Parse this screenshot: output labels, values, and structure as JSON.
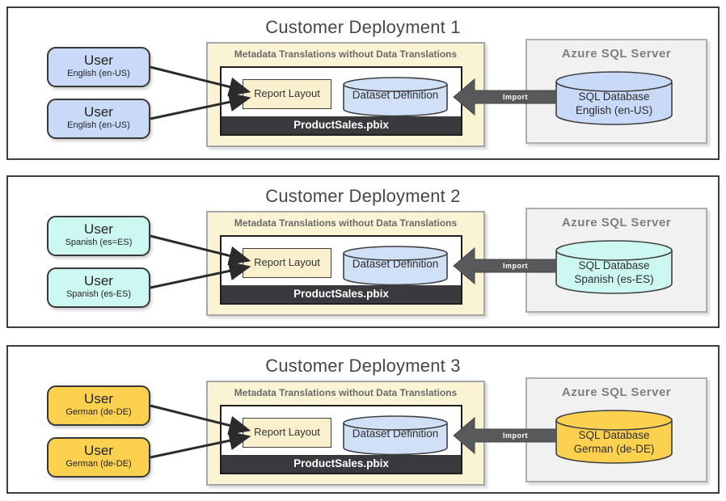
{
  "palette": {
    "dataset_fill": "#cfe0f7",
    "import_fill": "#58595b",
    "pbix_bar_fill": "#3a3a3e",
    "yellow_fill": "#faf3d4"
  },
  "deployments": [
    {
      "title": "Customer Deployment 1",
      "users": [
        {
          "name": "User",
          "locale": "English (en-US)"
        },
        {
          "name": "User",
          "locale": "English (en-US)"
        }
      ],
      "pbix": {
        "header": "Metadata Translations without Data Translations",
        "report_layout": "Report Layout",
        "dataset_definition": "Dataset Definition",
        "file_name": "ProductSales.pbix"
      },
      "import_label": "Import",
      "server": {
        "title": "Azure SQL Server",
        "database_line1": "SQL Database",
        "database_line2": "English (en-US)"
      },
      "colors": {
        "accent_fill": "#c9d9f8"
      }
    },
    {
      "title": "Customer Deployment 2",
      "users": [
        {
          "name": "User",
          "locale": "Spanish (es=ES)"
        },
        {
          "name": "User",
          "locale": "Spanish (es-ES)"
        }
      ],
      "pbix": {
        "header": "Metadata Translations without Data Translations",
        "report_layout": "Report Layout",
        "dataset_definition": "Dataset Definition",
        "file_name": "ProductSales.pbix"
      },
      "import_label": "Import",
      "server": {
        "title": "Azure SQL Server",
        "database_line1": "SQL Database",
        "database_line2": "Spanish (es-ES)"
      },
      "colors": {
        "accent_fill": "#cdf8f2"
      }
    },
    {
      "title": "Customer Deployment 3",
      "users": [
        {
          "name": "User",
          "locale": "German (de-DE)"
        },
        {
          "name": "User",
          "locale": "German (de-DE)"
        }
      ],
      "pbix": {
        "header": "Metadata Translations without Data Translations",
        "report_layout": "Report Layout",
        "dataset_definition": "Dataset Definition",
        "file_name": "ProductSales.pbix"
      },
      "import_label": "Import",
      "server": {
        "title": "Azure SQL Server",
        "database_line1": "SQL Database",
        "database_line2": "German (de-DE)"
      },
      "colors": {
        "accent_fill": "#fcd150"
      }
    }
  ]
}
